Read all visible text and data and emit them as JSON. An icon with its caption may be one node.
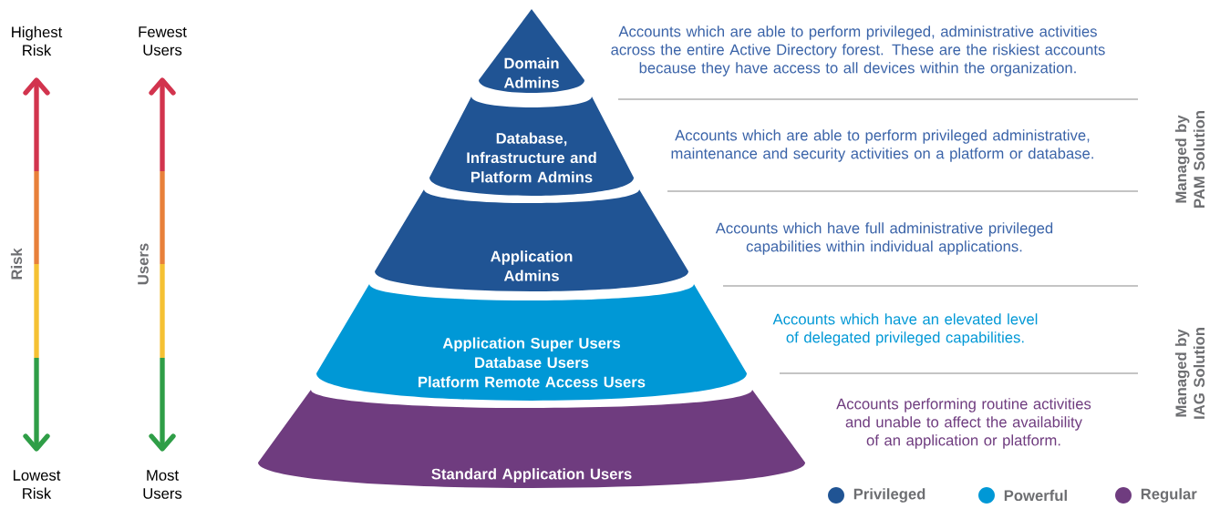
{
  "diagram": {
    "nodes": [
      {
        "text": [
          "Domain Admins"
        ],
        "beside": [
          "Accounts which are able to perform privileged, administrative activities across the entire Active Directory forest. These are the riskiest accounts because they have access to all devices within the organization."
        ]
      },
      {
        "text": [
          "Database, Infrastructure and Platform Admins"
        ],
        "beside": [
          "Accounts which are able to perform privileged administrative, maintenance and security activities on a platform or database."
        ]
      },
      {
        "text": [
          "Application Admins"
        ],
        "beside": [
          "Accounts which have full administrative privileged capabilities within individual applications."
        ]
      },
      {
        "text": [
          "Application Super Users",
          "Database Users",
          "Platform Remote Access Users"
        ],
        "beside": [
          "Accounts which have an elevated level of delegated privileged capabilities."
        ]
      },
      {
        "text": [
          "Standard Application Users"
        ],
        "beside": [
          "Accounts performing routine activities and unable to affect the availability of an application or platform."
        ]
      }
    ],
    "labels": [
      "Highest Risk",
      "Fewest Users",
      "Risk",
      "Users",
      "Lowest Risk",
      "Most Users",
      "Managed by PAM Solution",
      "Managed by IAG Solution"
    ],
    "legend": [
      {
        "text": "Privileged",
        "color": "#205494"
      },
      {
        "text": "Powerful",
        "color": "#0098d6"
      },
      {
        "text": "Regular",
        "color": "#6f3c7f"
      }
    ]
  }
}
